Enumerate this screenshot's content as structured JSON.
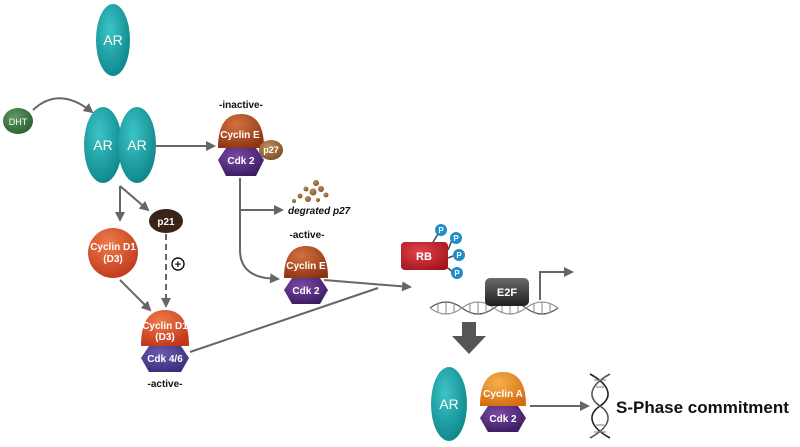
{
  "labels": {
    "ar_top": "AR",
    "dht": "DHT",
    "ar_dimer_left": "AR",
    "ar_dimer_right": "AR",
    "inactive": "-inactive-",
    "cyclin_e_inactive": "Cyclin E",
    "cdk2_inactive": "Cdk 2",
    "p27": "p27",
    "degraded_p27": "degrated p27",
    "active_mid": "-active-",
    "cyclin_e_active": "Cyclin E",
    "cdk2_active": "Cdk 2",
    "p21": "p21",
    "plus_sign": "+",
    "cyclin_d1_free_line1": "Cyclin D1",
    "cyclin_d1_free_line2": "(D3)",
    "cyclin_d1_complex_line1": "Cyclin D1",
    "cyclin_d1_complex_line2": "(D3)",
    "cdk46": "Cdk 4/6",
    "active_bottom": "-active-",
    "rb": "RB",
    "phospho": [
      "P",
      "P",
      "P",
      "P"
    ],
    "e2f": "E2F",
    "ar_bottom": "AR",
    "cyclin_a": "Cyclin A",
    "cdk2_bottom": "Cdk 2",
    "s_phase": "S-Phase commitment"
  },
  "colors": {
    "ar": "#1aa3a8",
    "dht": "#3e7a46",
    "cyclin_e": "#b24a20",
    "cdk": "#4e2a7a",
    "p27": "#9a6a3c",
    "p21": "#3a2418",
    "cyclin_d1": "#d94e2a",
    "rb": "#c8202a",
    "phospho": "#1e8ec8",
    "e2f": "#3a3a3a",
    "cyclin_a": "#e88a1e",
    "arrow": "#666666"
  }
}
